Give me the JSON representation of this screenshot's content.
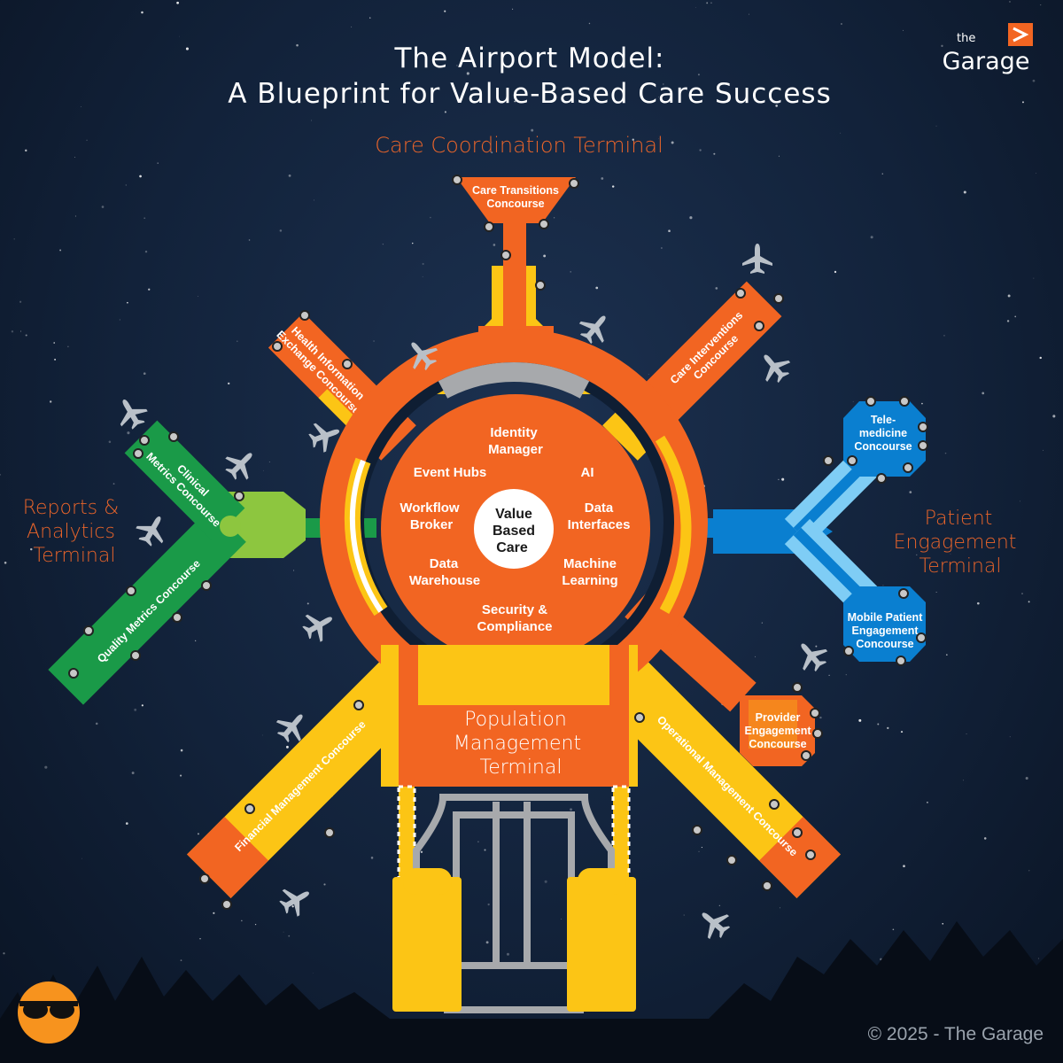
{
  "header": {
    "title_line1": "The Airport Model:",
    "title_line2": "A Blueprint for Value-Based Care Success"
  },
  "logo": {
    "small": "the",
    "large": "Garage"
  },
  "terminals": {
    "care_coordination": "Care Coordination Terminal",
    "reports_analytics": [
      "Reports &",
      "Analytics",
      "Terminal"
    ],
    "patient_engagement": [
      "Patient",
      "Engagement",
      "Terminal"
    ],
    "population_management": [
      "Population",
      "Management",
      "Terminal"
    ]
  },
  "hub": {
    "center": [
      "Value",
      "Based",
      "Care"
    ],
    "services": {
      "identity": [
        "Identity",
        "Manager"
      ],
      "event_hubs": "Event Hubs",
      "ai": "AI",
      "workflow": [
        "Workflow",
        "Broker"
      ],
      "data_interfaces": [
        "Data",
        "Interfaces"
      ],
      "warehouse": [
        "Data",
        "Warehouse"
      ],
      "ml": [
        "Machine",
        "Learning"
      ],
      "security": [
        "Security &",
        "Compliance"
      ]
    }
  },
  "concourses": {
    "care_transitions": [
      "Care Transitions",
      "Concourse"
    ],
    "health_info": [
      "Health Information",
      "Exchange Concourse"
    ],
    "care_interventions": [
      "Care Interventions",
      "Concourse"
    ],
    "clinical_metrics": [
      "Clinical",
      "Metrics Concourse"
    ],
    "quality_metrics": "Quality Metrics Concourse",
    "telemedicine": [
      "Tele-",
      "medicine",
      "Concourse"
    ],
    "mobile": [
      "Mobile Patient",
      "Engagement",
      "Concourse"
    ],
    "provider": [
      "Provider",
      "Engagement",
      "Concourse"
    ],
    "operational": "Operational Management Concourse",
    "financial": "Financial Management Concourse"
  },
  "footer": {
    "copyright": "© 2025 - The Garage"
  },
  "colors": {
    "orange": "#f26522",
    "yellow": "#fcc515",
    "green": "#1a9a48",
    "lightgreen": "#8dc63f",
    "blue": "#0a7fd0",
    "lightblue": "#7fcdf5",
    "gray": "#a7a9ac"
  }
}
